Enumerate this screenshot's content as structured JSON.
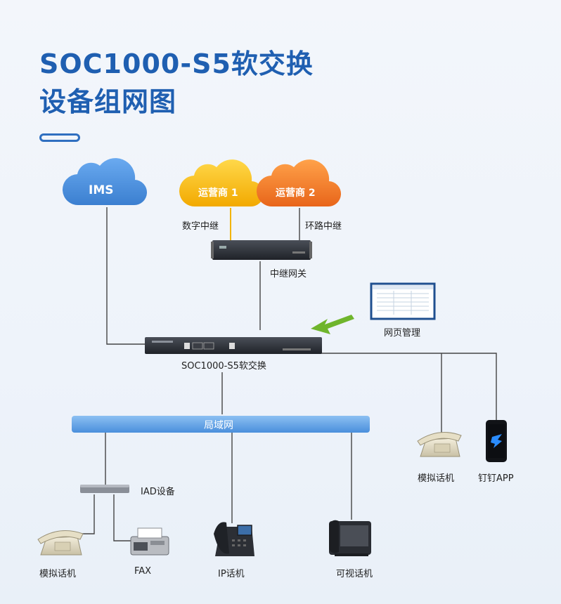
{
  "title": {
    "line1": "SOC1000-S5软交换",
    "line2": "设备组网图"
  },
  "clouds": {
    "ims": "IMS",
    "carrier1": "运营商 1",
    "carrier2": "运营商 2"
  },
  "links": {
    "digital_trunk": "数字中继",
    "loop_trunk": "环路中继"
  },
  "devices": {
    "trunk_gateway": "中继网关",
    "web_mgmt": "网页管理",
    "softswitch": "SOC1000-S5软交换",
    "lan": "局域网",
    "iad": "IAD设备",
    "analog_phone_left": "模拟话机",
    "fax": "FAX",
    "ip_phone": "IP话机",
    "video_phone": "可视话机",
    "analog_phone_right": "模拟话机",
    "dingtalk_app": "钉钉APP"
  },
  "colors": {
    "title": "#1f5fb1",
    "ims_cloud": "#4a90d9",
    "carrier1_cloud": "#f5b800",
    "carrier2_cloud": "#f07a1e",
    "lan_bar": "#5d9ee0",
    "arrow": "#6fb52c"
  }
}
